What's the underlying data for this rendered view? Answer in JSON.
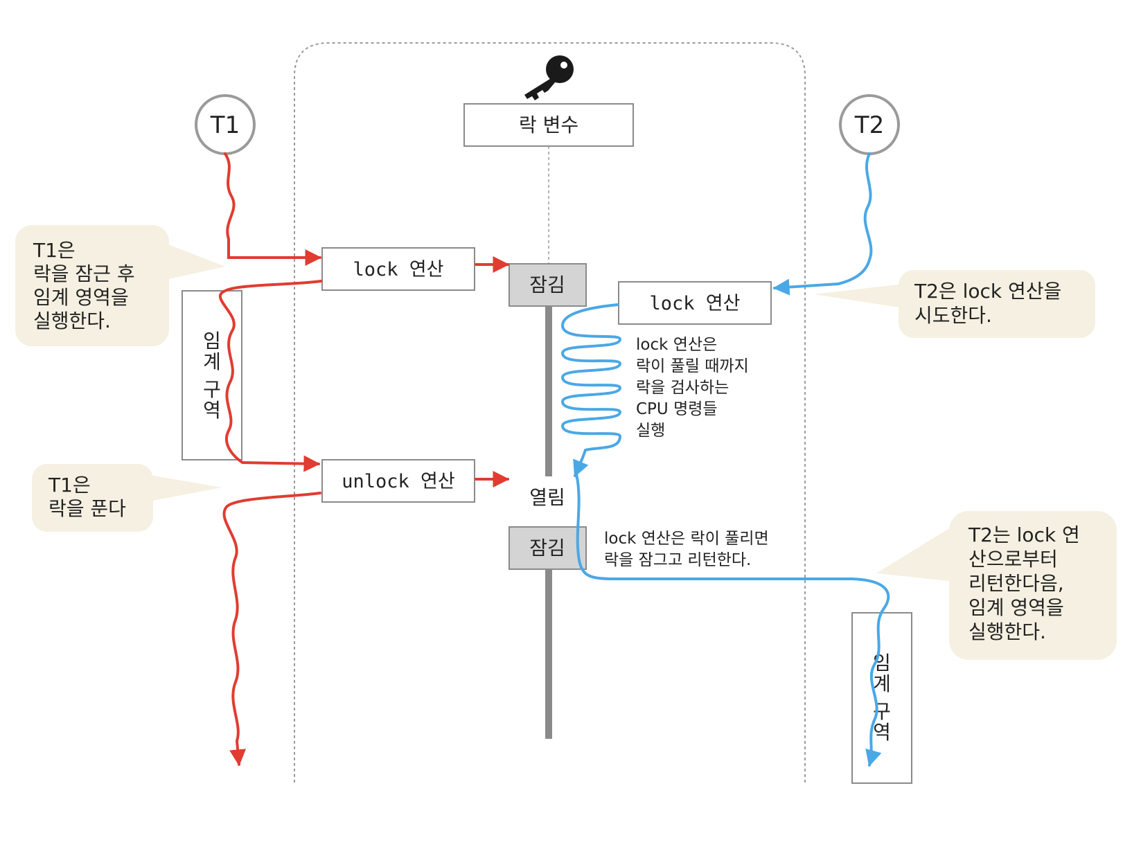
{
  "threads": {
    "t1": "T1",
    "t2": "T2"
  },
  "lock_variable": {
    "label": "락 변수",
    "icon": "key-icon"
  },
  "operations": {
    "t1_lock": "lock 연산",
    "t2_lock": "lock 연산",
    "t1_unlock": "unlock 연산"
  },
  "states": {
    "locked_1": "잠김",
    "unlocked": "열림",
    "locked_2": "잠김"
  },
  "critical_section": {
    "t1": [
      "임",
      "계",
      "구",
      "역"
    ],
    "t2": [
      "임",
      "계",
      "구",
      "역"
    ]
  },
  "callouts": {
    "t1_acquire": [
      "T1은",
      "락을 잠근 후",
      "임계 영역을",
      "실행한다."
    ],
    "t1_release": [
      "T1은",
      "락을 푼다"
    ],
    "t2_attempt": [
      "T2은 lock 연산을",
      "시도한다."
    ],
    "t2_return": [
      "T2는 lock 연",
      "산으로부터",
      "리턴한다음,",
      "임계 영역을",
      "실행한다."
    ]
  },
  "notes": {
    "spin": [
      "lock 연산은",
      "락이 풀릴 때까지",
      "락을 검사하는",
      "CPU 명령들",
      "실행"
    ],
    "acquire": [
      "lock 연산은 락이 풀리면",
      "락을 잠그고 리턴한다."
    ]
  },
  "colors": {
    "t1_path": "#e03c31",
    "t2_path": "#4aa8e6",
    "callout_bg": "#f5f0e1",
    "lock_box": "#d4d4d4",
    "lock_bar": "#8a8a8a",
    "circle_stroke": "#9a9a9a"
  }
}
